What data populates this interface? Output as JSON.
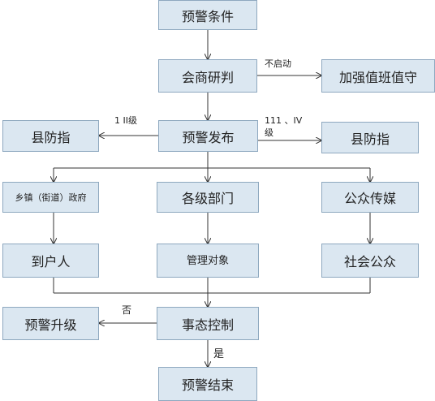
{
  "nodes": {
    "warning_conditions": "预警条件",
    "consultation": "会商研判",
    "strengthen_duty": "加强值班值守",
    "county_cmd_left": "县防指",
    "warning_release": "预警发布",
    "county_cmd_right": "县防指",
    "town_gov": "乡镇（街道）政府",
    "departments": "各级部门",
    "public_media": "公众传媒",
    "to_household": "到户人",
    "managed_objects": "管理对象",
    "public": "社会公众",
    "warning_upgrade": "预警升级",
    "event_control": "事态控制",
    "warning_end": "预警结束"
  },
  "edge_labels": {
    "no_start": "不启动",
    "level_1_2": "1 II级",
    "level_3_4_a": "111 、IV",
    "level_3_4_b": "级",
    "no": "否",
    "yes": "是"
  }
}
